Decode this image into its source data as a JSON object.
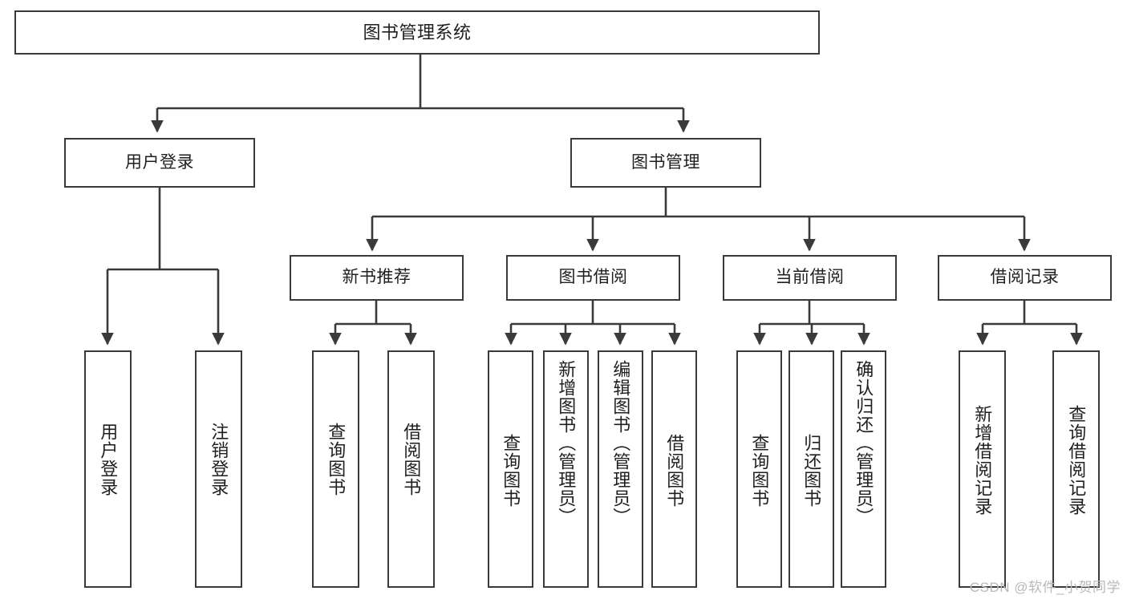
{
  "diagram": {
    "title": "图书管理系统",
    "type": "tree",
    "watermark": "CSDN @软件_小贺同学",
    "colors": {
      "background": "#ffffff",
      "box_border": "#3a3a3a",
      "box_fill": "#ffffff",
      "edge": "#3a3a3a",
      "text": "#1f1f1f",
      "watermark": "#b9b9b9"
    },
    "nodes": {
      "root": {
        "label": "图书管理系统"
      },
      "level1": [
        {
          "id": "user-login",
          "label": "用户登录"
        },
        {
          "id": "book-manage",
          "label": "图书管理"
        }
      ],
      "level2": [
        {
          "id": "new-book-rec",
          "label": "新书推荐"
        },
        {
          "id": "book-borrow",
          "label": "图书借阅"
        },
        {
          "id": "current-borrow",
          "label": "当前借阅"
        },
        {
          "id": "borrow-record",
          "label": "借阅记录"
        }
      ],
      "leaves": {
        "user_login": [
          {
            "id": "leaf-user-login",
            "label": "用户登录"
          },
          {
            "id": "leaf-logout",
            "label": "注销登录"
          }
        ],
        "new_book_rec": [
          {
            "id": "leaf-query-book-1",
            "label": "查询图书"
          },
          {
            "id": "leaf-borrow-book-1",
            "label": "借阅图书"
          }
        ],
        "book_borrow": [
          {
            "id": "leaf-query-book-2",
            "label": "查询图书"
          },
          {
            "id": "leaf-add-book",
            "label": "新增图书（管理员）"
          },
          {
            "id": "leaf-edit-book",
            "label": "编辑图书（管理员）"
          },
          {
            "id": "leaf-borrow-book-2",
            "label": "借阅图书"
          }
        ],
        "current_borrow": [
          {
            "id": "leaf-query-book-3",
            "label": "查询图书"
          },
          {
            "id": "leaf-return-book",
            "label": "归还图书"
          },
          {
            "id": "leaf-confirm-return",
            "label": "确认归还（管理员）"
          }
        ],
        "borrow_record": [
          {
            "id": "leaf-add-record",
            "label": "新增借阅记录"
          },
          {
            "id": "leaf-query-record",
            "label": "查询借阅记录"
          }
        ]
      }
    }
  }
}
